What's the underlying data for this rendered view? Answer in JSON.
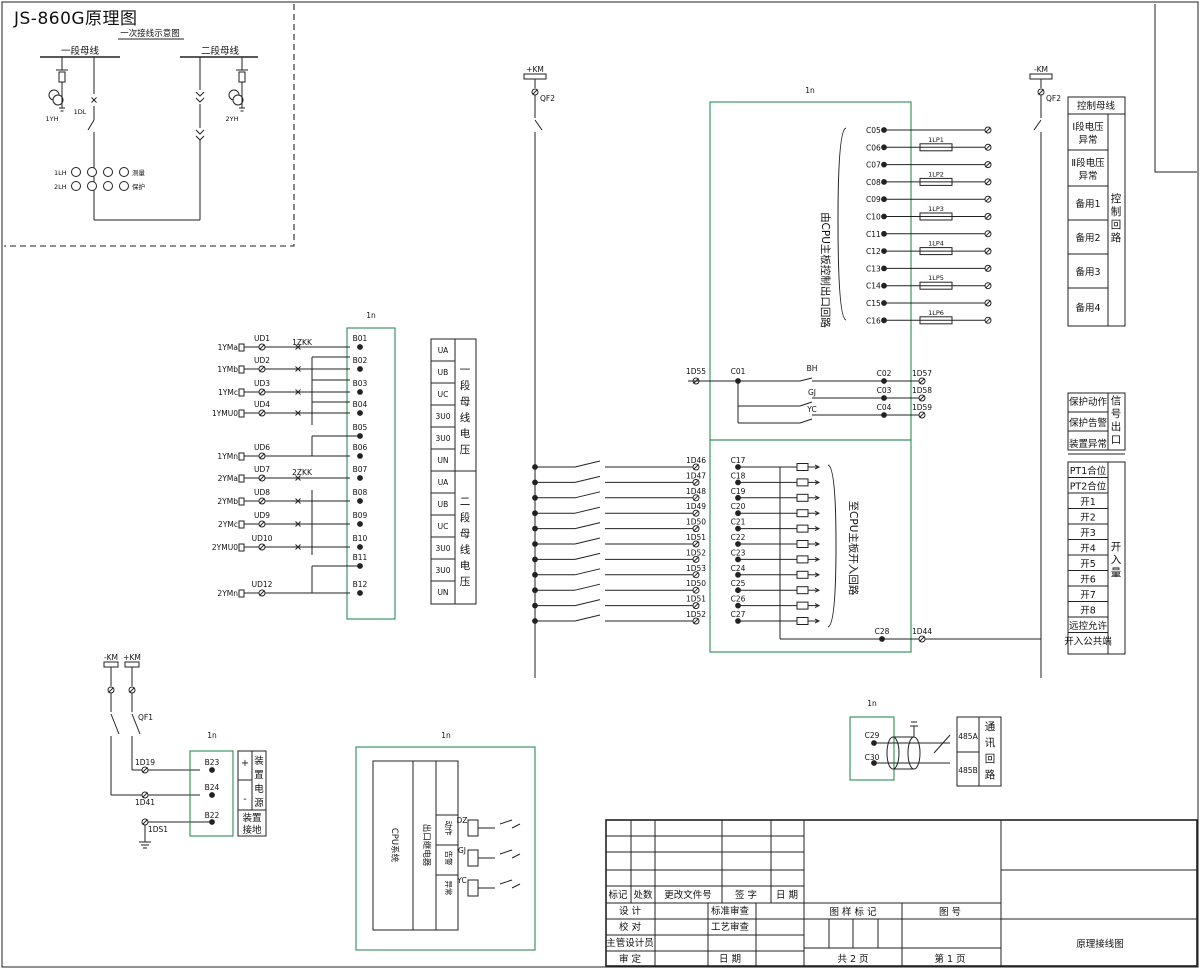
{
  "title": "JS-860G原理图",
  "primary": {
    "caption": "一次接线示意图",
    "bus1": "一段母线",
    "bus2": "二段母线",
    "yh1": "1YH",
    "yh2": "2YH",
    "dl": "1DL",
    "lh1": "1LH",
    "lh2": "2LH",
    "measure": "测量",
    "protect": "保护"
  },
  "common": {
    "in": "1n",
    "pkm": "+KM",
    "nkm": "-KM",
    "qf2": "QF2",
    "qf1": "QF1"
  },
  "voltage": {
    "inputs": [
      {
        "name": "1YMa",
        "ud": "UD1",
        "b": "B01"
      },
      {
        "name": "1YMb",
        "ud": "UD2",
        "b": "B02"
      },
      {
        "name": "1YMc",
        "ud": "UD3",
        "b": "B03"
      },
      {
        "name": "1YMU0",
        "ud": "UD4",
        "b": "B04"
      },
      {
        "name": "1YMn",
        "ud": "UD6",
        "b": "B06"
      },
      {
        "name": "2YMa",
        "ud": "UD7",
        "b": "B07"
      },
      {
        "name": "2YMb",
        "ud": "UD8",
        "b": "B08"
      },
      {
        "name": "2YMc",
        "ud": "UD9",
        "b": "B09"
      },
      {
        "name": "2YMU0",
        "ud": "UD10",
        "b": "B10"
      },
      {
        "name": "2YMn",
        "ud": "UD12",
        "b": "B12"
      }
    ],
    "zkk1": "1ZKK",
    "zkk2": "2ZKK",
    "b05": "B05",
    "b11": "B11",
    "labels": [
      "UA",
      "UB",
      "UC",
      "3U0",
      "3U0",
      "UN",
      "UA",
      "UB",
      "UC",
      "3U0",
      "3U0",
      "UN"
    ],
    "group1": [
      "一",
      "段",
      "母",
      "线",
      "电",
      "压"
    ],
    "group2": [
      "二",
      "段",
      "母",
      "线",
      "电",
      "压"
    ]
  },
  "control": {
    "c_left": [
      "C05",
      "C06",
      "C07",
      "C08",
      "C09",
      "C10",
      "C11",
      "C12",
      "C13",
      "C14",
      "C15",
      "C16"
    ],
    "lp": [
      "1LP1",
      "1LP2",
      "1LP3",
      "1LP4",
      "1LP5",
      "1LP6"
    ],
    "vertical": "由CPU主板控制出口回路",
    "table_title": "控制母线",
    "rows": [
      "Ⅰ段电压异常",
      "Ⅱ段电压异常",
      "备用1",
      "备用2",
      "备用3",
      "备用4"
    ],
    "side": [
      "控",
      "制",
      "回",
      "路"
    ]
  },
  "signal": {
    "d55": "1D55",
    "c01": "C01",
    "contacts": [
      "BH",
      "GJ",
      "YC"
    ],
    "c_right": [
      "C02",
      "C03",
      "C04"
    ],
    "d_right": [
      "1D57",
      "1D58",
      "1D59"
    ],
    "rows": [
      "保护动作",
      "保护告警",
      "装置异常"
    ],
    "side": [
      "信",
      "号",
      "出",
      "口"
    ]
  },
  "binary": {
    "d_list": [
      "1D46",
      "1D47",
      "1D48",
      "1D49",
      "1D50",
      "1D51",
      "1D52",
      "1D53",
      "1D50",
      "1D51",
      "1D52"
    ],
    "c_list": [
      "C17",
      "C18",
      "C19",
      "C20",
      "C21",
      "C22",
      "C23",
      "C24",
      "C25",
      "C26",
      "C27"
    ],
    "c28": "C28",
    "d44": "1D44",
    "vertical": "至CPU主板开入回路",
    "rows": [
      "PT1合位",
      "PT2合位",
      "开1",
      "开2",
      "开3",
      "开4",
      "开5",
      "开6",
      "开7",
      "开8",
      "远控允许",
      "开入公共端"
    ],
    "side": [
      "开",
      "入",
      "量"
    ]
  },
  "power": {
    "d19": "1D19",
    "d41": "1D41",
    "d51": "1DS1",
    "b23": "B23",
    "b24": "B24",
    "b22": "B22",
    "plus": "+",
    "minus": "-",
    "lab1": [
      "装",
      "置",
      "电",
      "源"
    ],
    "lab2": [
      "装置",
      "接地"
    ]
  },
  "comm": {
    "c29": "C29",
    "c30": "C30",
    "a": "485A",
    "b": "485B",
    "side": [
      "通",
      "讯",
      "回",
      "路"
    ]
  },
  "cpu": {
    "cpu": "CPU系统",
    "relay": "出口继电器",
    "dz": "DZ",
    "gj": "GJ",
    "yc": "YC",
    "r1": "动作",
    "r2": "告警",
    "r3": "异常"
  },
  "titleblock": {
    "r1": [
      "标记",
      "处数",
      "更改文件号",
      "签  字",
      "日 期"
    ],
    "r2": [
      "设  计",
      "标准审查"
    ],
    "r3": [
      "校  对",
      "工艺审查"
    ],
    "r4": [
      "主管设计员"
    ],
    "r5": [
      "审  定",
      "日 期"
    ],
    "pattern": "图 样 标 记",
    "fig_no": "图    号",
    "total": "共  2  页",
    "page": "第  1  页",
    "name": "原理接线图"
  }
}
